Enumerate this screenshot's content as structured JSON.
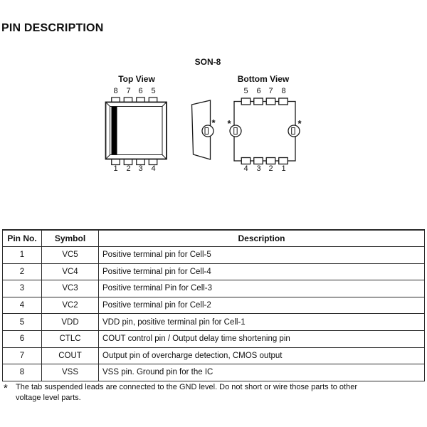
{
  "page": {
    "title": "PIN DESCRIPTION"
  },
  "colors": {
    "ink": "#1a1a1a",
    "paper": "#ffffff"
  },
  "diagram": {
    "package_label": "SON-8",
    "top_view": {
      "label": "Top View",
      "top_pin_numbers": [
        "8",
        "7",
        "6",
        "5"
      ],
      "bottom_pin_numbers": [
        "1",
        "2",
        "3",
        "4"
      ]
    },
    "side_view": {
      "tab_marker": "*"
    },
    "bottom_view": {
      "label": "Bottom View",
      "top_pin_numbers": [
        "5",
        "6",
        "7",
        "8"
      ],
      "bottom_pin_numbers": [
        "4",
        "3",
        "2",
        "1"
      ],
      "left_tab_marker": "*",
      "right_tab_marker": "*"
    }
  },
  "table": {
    "headers": [
      "Pin No.",
      "Symbol",
      "Description"
    ],
    "rows": [
      {
        "pin": "1",
        "symbol": "VC5",
        "description": "Positive terminal pin for Cell-5"
      },
      {
        "pin": "2",
        "symbol": "VC4",
        "description": "Positive terminal pin for Cell-4"
      },
      {
        "pin": "3",
        "symbol": "VC3",
        "description": "Positive terminal Pin for Cell-3"
      },
      {
        "pin": "4",
        "symbol": "VC2",
        "description": "Positive terminal pin for Cell-2"
      },
      {
        "pin": "5",
        "symbol": "VDD",
        "description": "VDD pin, positive terminal pin for Cell-1"
      },
      {
        "pin": "6",
        "symbol": "CTLC",
        "description": "COUT control pin / Output delay time shortening pin"
      },
      {
        "pin": "7",
        "symbol": "COUT",
        "description": "Output pin of overcharge detection, CMOS output"
      },
      {
        "pin": "8",
        "symbol": "VSS",
        "description": "VSS pin. Ground pin for the IC"
      }
    ]
  },
  "footnote": {
    "marker": "*",
    "lines": [
      "The tab suspended leads are connected to the GND level. Do not short or wire those parts to other",
      "voltage level parts."
    ]
  }
}
